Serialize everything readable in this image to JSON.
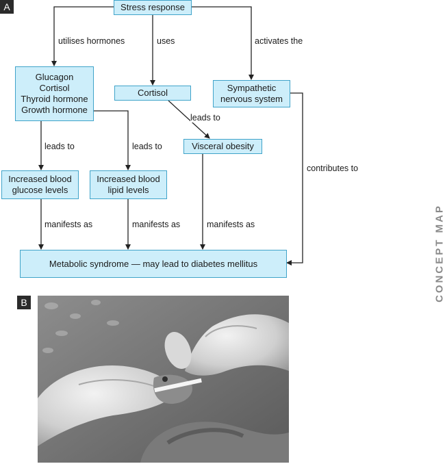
{
  "panel_a": {
    "label": "A"
  },
  "panel_b": {
    "label": "B"
  },
  "side_title": "CONCEPT MAP",
  "nodes": {
    "stress": "Stress response",
    "hormones": [
      "Glucagon",
      "Cortisol",
      "Thyroid hormone",
      "Growth hormone"
    ],
    "cortisol": "Cortisol",
    "sympathetic": [
      "Sympathetic",
      "nervous system"
    ],
    "visceral": "Visceral obesity",
    "glucose": [
      "Increased blood",
      "glucose levels"
    ],
    "lipid": [
      "Increased blood",
      "lipid levels"
    ],
    "metabolic": "Metabolic syndrome — may lead to diabetes mellitus"
  },
  "edges": {
    "utilises": "utilises hormones",
    "uses": "uses",
    "activates": "activates the",
    "leads_to_cortisol": "leads to",
    "leads_to_glucose": "leads to",
    "leads_to_lipid": "leads to",
    "manifests_glucose": "manifests as",
    "manifests_lipid": "manifests as",
    "manifests_visceral": "manifests as",
    "contributes": "contributes to"
  },
  "colors": {
    "box_fill": "#cdeefa",
    "box_border": "#3fa3c9",
    "arrow": "#222222"
  },
  "photo": {
    "subject": "gloved hands pricking a finger for a blood glucose test"
  }
}
